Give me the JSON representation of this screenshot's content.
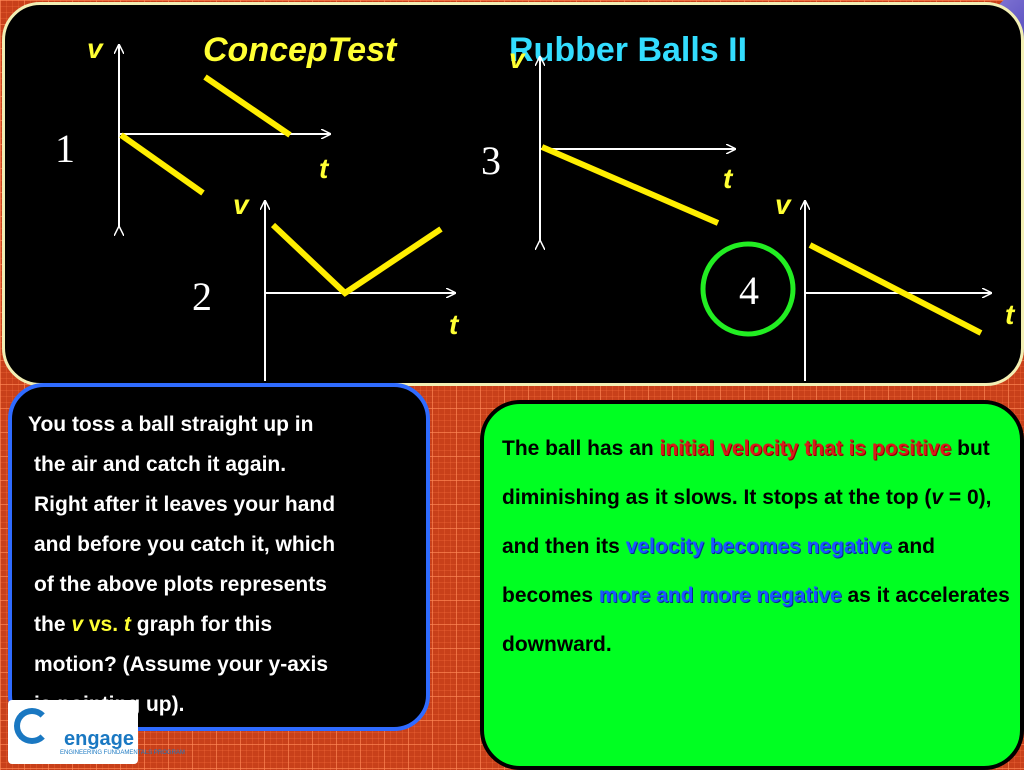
{
  "title": {
    "concep": "ConcepTest",
    "topic": "Rubber Balls II"
  },
  "plots": [
    {
      "number": "1",
      "v_label": "v",
      "t_label": "t"
    },
    {
      "number": "2",
      "v_label": "v",
      "t_label": "t"
    },
    {
      "number": "3",
      "v_label": "v",
      "t_label": "t"
    },
    {
      "number": "4",
      "v_label": "v",
      "t_label": "t"
    }
  ],
  "selected_plot": "4",
  "colors": {
    "panel_bg": "#000000",
    "panel_border": "#f2efb4",
    "title_concep": "#ffff33",
    "title_topic": "#33ddff",
    "graph_line": "#ffee00",
    "axis": "#ffffff",
    "answer_circle": "#22ee22",
    "question_border": "#2f6bff",
    "answer_bg": "#00ff22",
    "highlight_red": "#d81b1b",
    "highlight_blue": "#1a55ff",
    "background": "#c8401a"
  },
  "question": {
    "line1": "You toss a ball straight up in",
    "line2": "the air and catch it again.",
    "line3": "Right after it leaves your hand",
    "line4": "and before you catch it, which",
    "line5": "of the above plots represents",
    "line6_pre": "the ",
    "line6_v": "v",
    "line6_vs": " vs. ",
    "line6_t": "t",
    "line6_post": " graph for this",
    "line7": "motion?   (Assume your y-axis",
    "line8": "is pointing up)."
  },
  "answer": {
    "p1": "The ball has an ",
    "hl1": "initial velocity that is positive",
    "p2": " but diminishing as it slows.  It stops at the top (",
    "var_v": "v",
    "p3": " = 0),  and then its ",
    "hl2": "velocity becomes negative",
    "p4": " and becomes ",
    "hl3": "more and more negative",
    "p5": " as it accelerates downward."
  },
  "logo": {
    "name": "engage",
    "subtitle": "ENGINEERING FUNDAMENTALS PROGRAM"
  }
}
